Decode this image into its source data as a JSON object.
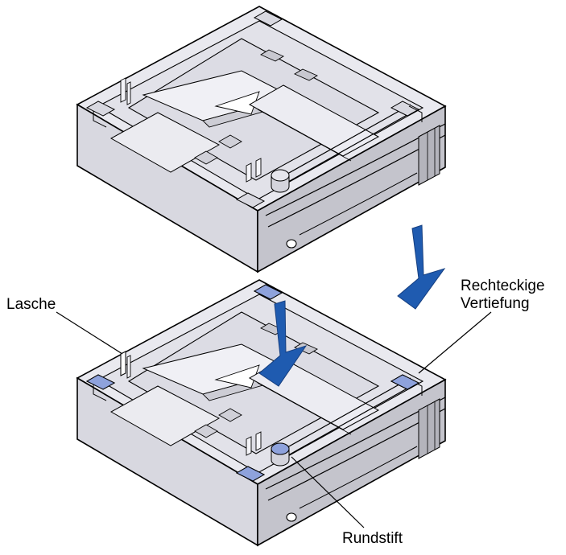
{
  "callouts": {
    "lasche": "Lasche",
    "rechteckige_line1": "Rechteckige",
    "rechteckige_line2": "Vertiefung",
    "rundstift": "Rundstift"
  },
  "colors": {
    "outline": "#000000",
    "top_face": "#e9e9ef",
    "left_face": "#d8d8e0",
    "right_face": "#c4c4cc",
    "inner": "#dcdce4",
    "highlight_blue": "#8ea2dc",
    "arrow_blue": "#1f5bb0"
  },
  "icons": {
    "direction": "down-arrow-icon"
  }
}
